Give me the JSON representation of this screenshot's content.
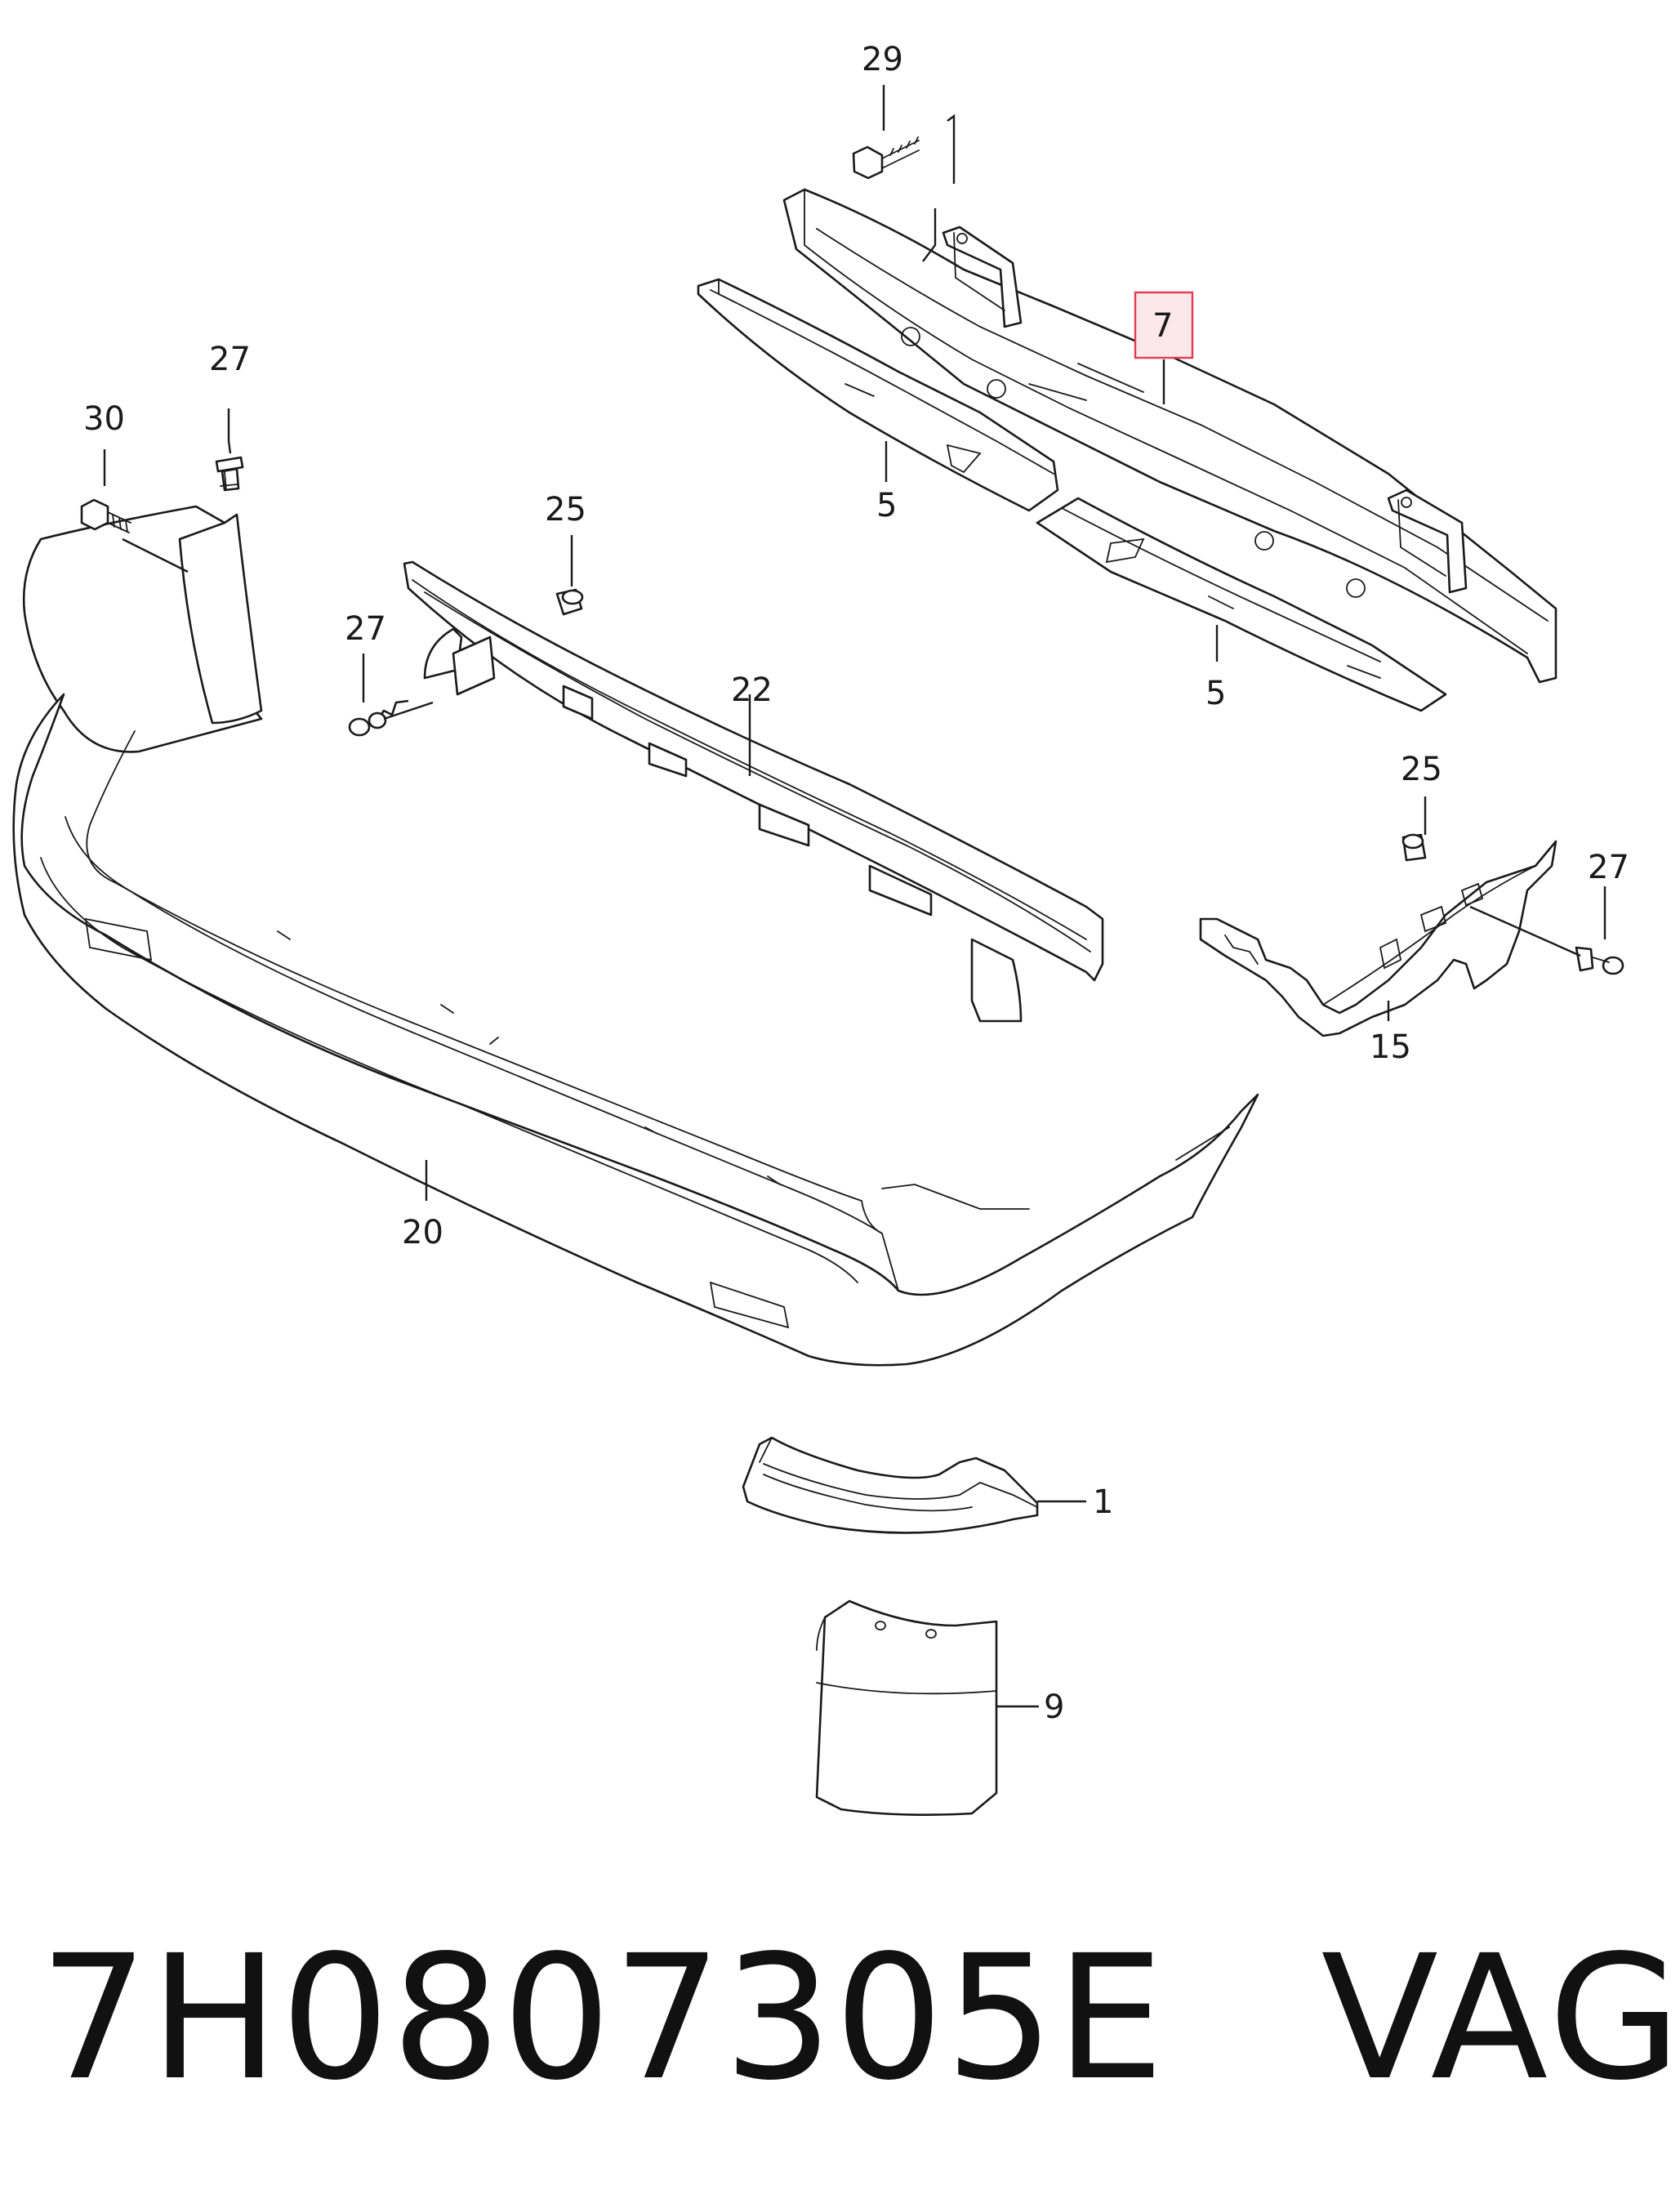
{
  "callouts": {
    "c29": "29",
    "c7": "7",
    "c5a": "5",
    "c5b": "5",
    "c27a": "27",
    "c30": "30",
    "c25a": "25",
    "c27b": "27",
    "c22": "22",
    "c25b": "25",
    "c27c": "27",
    "c15": "15",
    "c20": "20",
    "c1": "1",
    "c9": "9"
  },
  "highlighted_callout": "7",
  "highlight_color": "#e23b52",
  "footer": {
    "part_number": "7H0807305E",
    "brand": "VAG"
  }
}
